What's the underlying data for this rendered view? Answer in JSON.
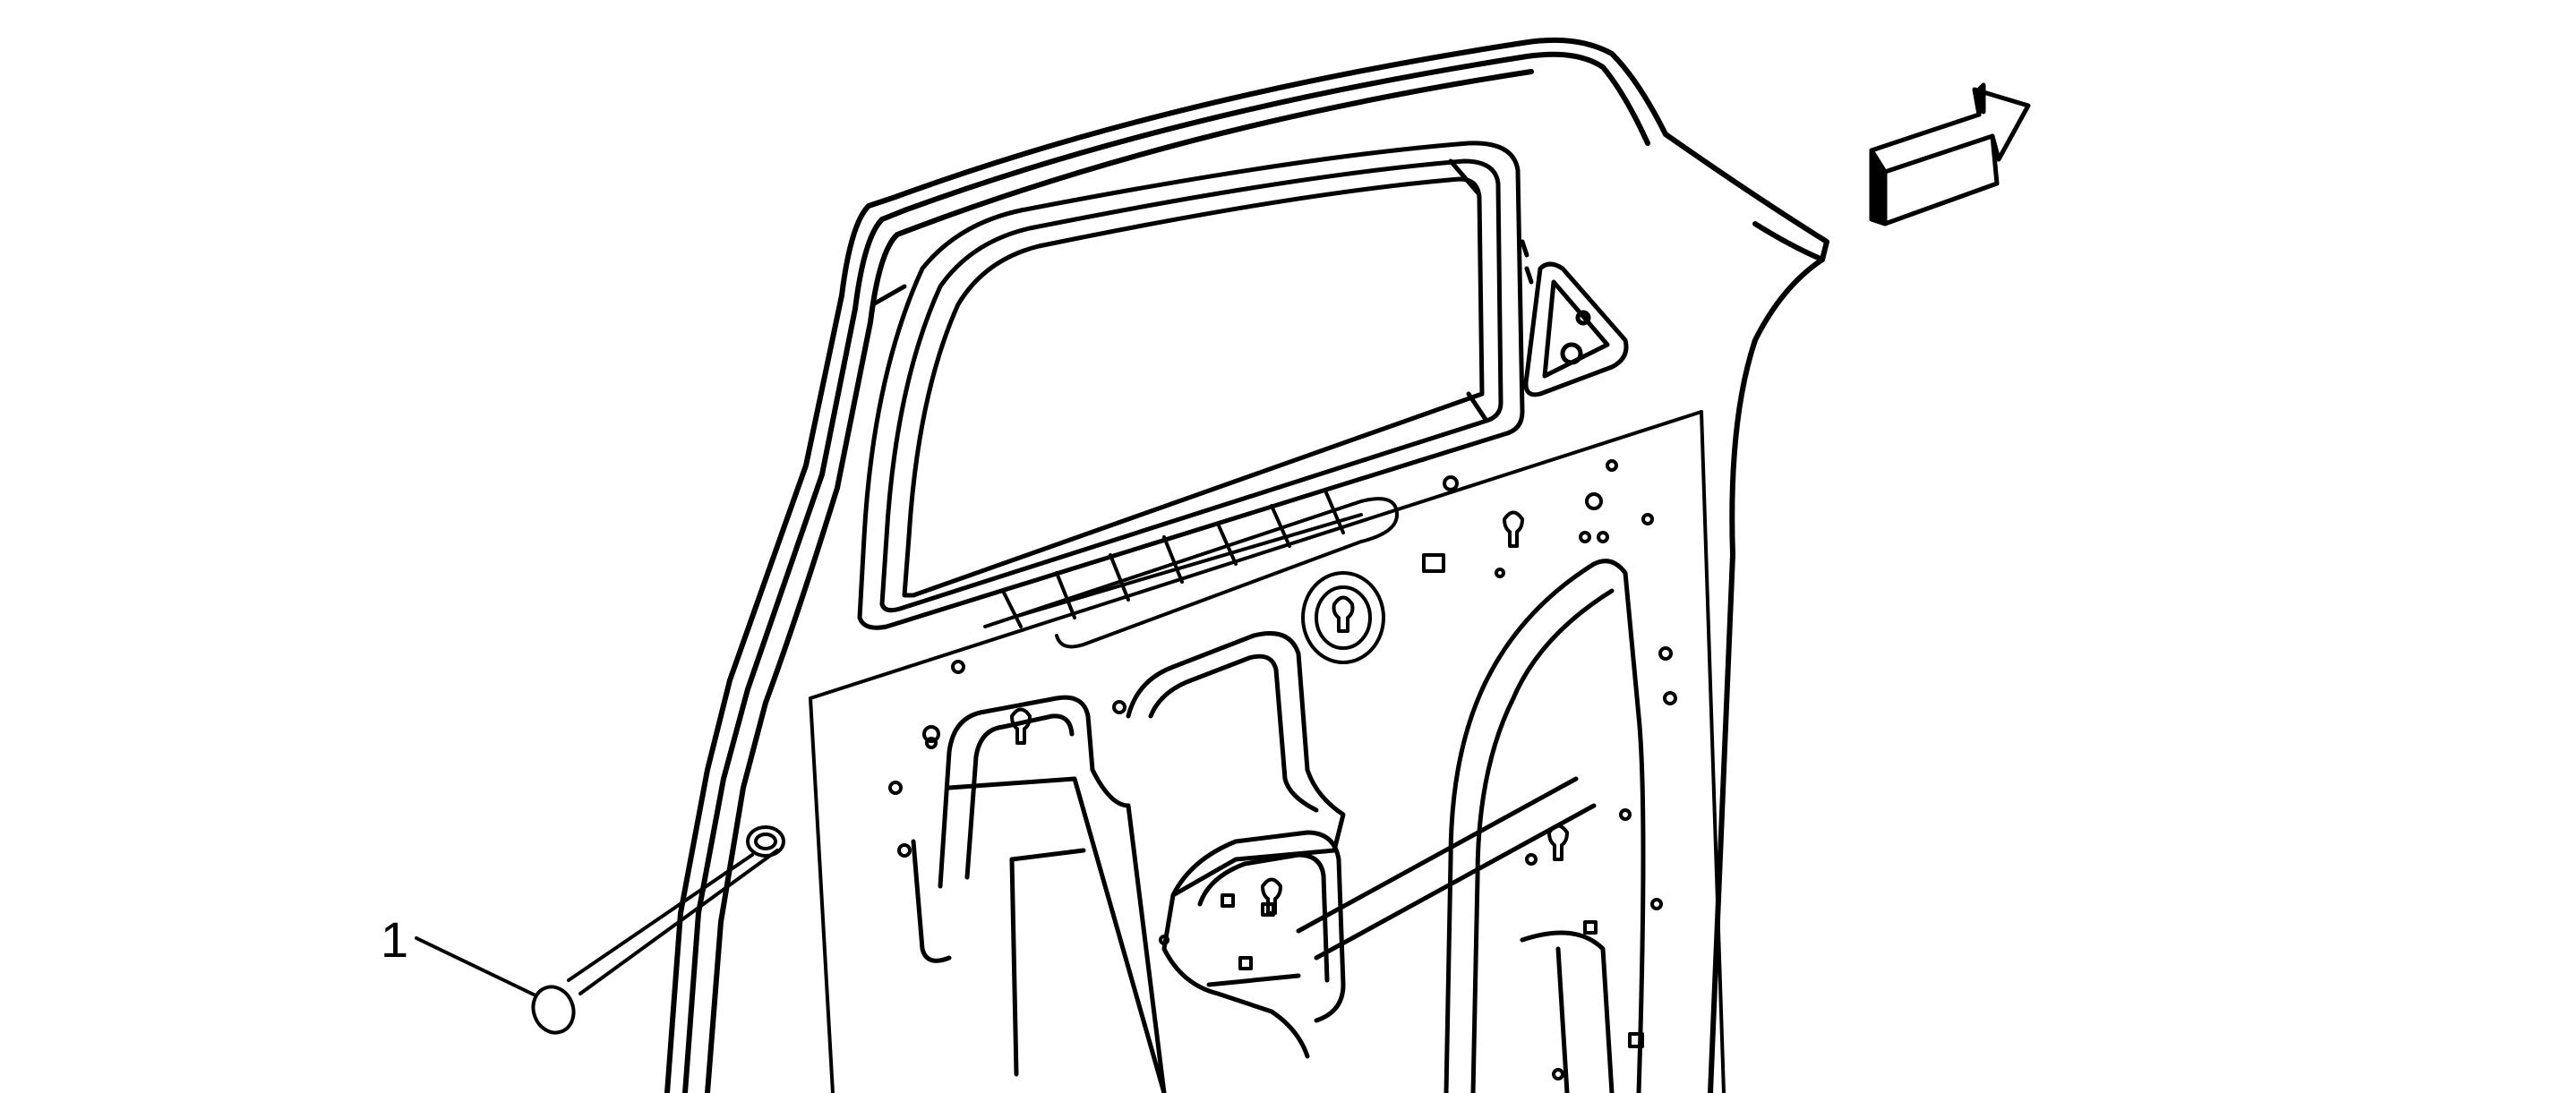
{
  "diagram": {
    "callouts": [
      {
        "label": "1",
        "target": "door-drain-hole-plug"
      }
    ],
    "direction_arrow": {
      "meaning": "vehicle-forward"
    },
    "colors": {
      "line": "#000000",
      "background": "#ffffff"
    }
  }
}
